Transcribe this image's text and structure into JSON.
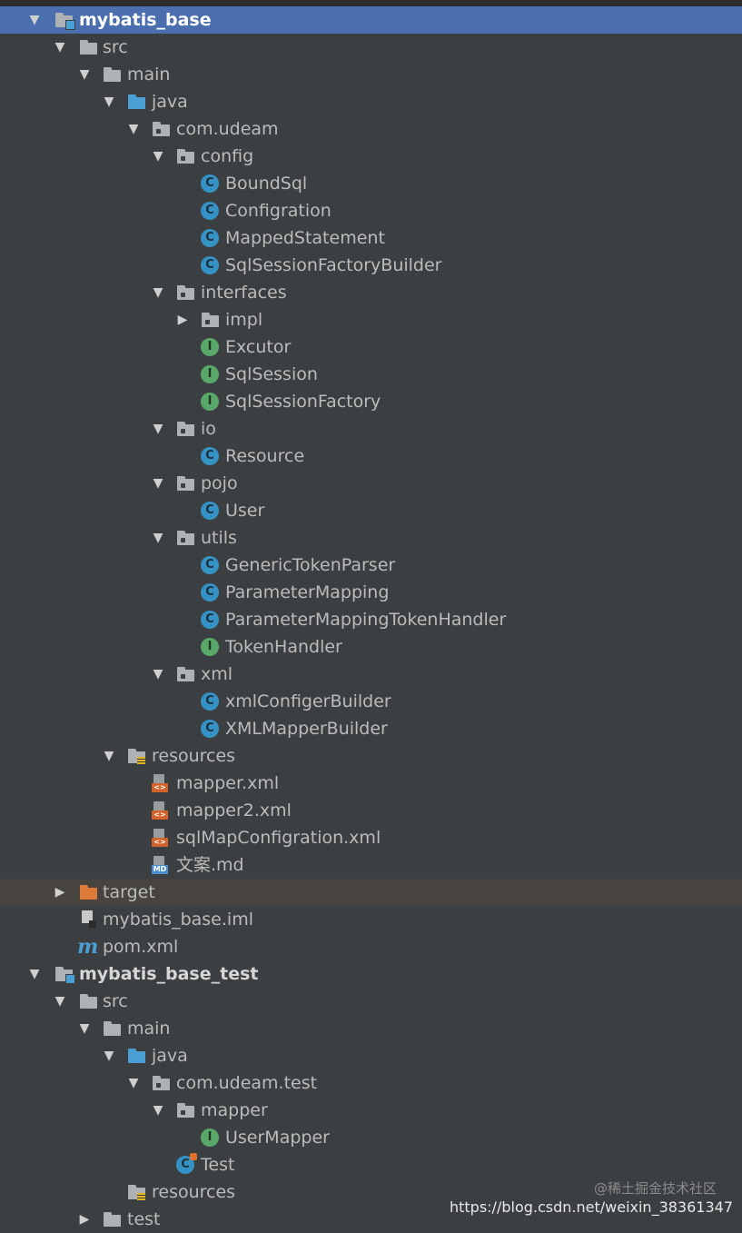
{
  "tree": {
    "mybatis_base": "mybatis_base",
    "src": "src",
    "main": "main",
    "java": "java",
    "com_udeam": "com.udeam",
    "config": "config",
    "BoundSql": "BoundSql",
    "Configration": "Configration",
    "MappedStatement": "MappedStatement",
    "SqlSessionFactoryBuilder": "SqlSessionFactoryBuilder",
    "interfaces": "interfaces",
    "impl": "impl",
    "Excutor": "Excutor",
    "SqlSession": "SqlSession",
    "SqlSessionFactory": "SqlSessionFactory",
    "io": "io",
    "Resource": "Resource",
    "pojo": "pojo",
    "User": "User",
    "utils": "utils",
    "GenericTokenParser": "GenericTokenParser",
    "ParameterMapping": "ParameterMapping",
    "ParameterMappingTokenHandler": "ParameterMappingTokenHandler",
    "TokenHandler": "TokenHandler",
    "xml": "xml",
    "xmlConfigerBuilder": "xmlConfigerBuilder",
    "XMLMapperBuilder": "XMLMapperBuilder",
    "resources": "resources",
    "mapper_xml": "mapper.xml",
    "mapper2_xml": "mapper2.xml",
    "sqlMapConfigration_xml": "sqlMapConfigration.xml",
    "wenan_md": "文案.md",
    "target": "target",
    "mybatis_base_iml": "mybatis_base.iml",
    "pom_xml": "pom.xml",
    "mybatis_base_test": "mybatis_base_test",
    "src2": "src",
    "main2": "main",
    "java2": "java",
    "com_udeam_test": "com.udeam.test",
    "mapper": "mapper",
    "UserMapper": "UserMapper",
    "Test": "Test",
    "resources2": "resources",
    "test": "test"
  },
  "icons": {
    "class_letter": "C",
    "interface_letter": "I",
    "xml_tag": "<>",
    "md_tag": "MD",
    "maven_letter": "m",
    "arrow_expanded": "▼",
    "arrow_collapsed": "▶"
  },
  "watermark": {
    "site": "@稀土掘金技术社区",
    "url": "https://blog.csdn.net/weixin_38361347"
  },
  "colors": {
    "background": "#3c3f41",
    "selection": "#4b6eaf",
    "class_icon": "#3592c4",
    "interface_icon": "#59a869",
    "folder_blue": "#4a9fd5",
    "folder_orange": "#dc7a3a"
  }
}
